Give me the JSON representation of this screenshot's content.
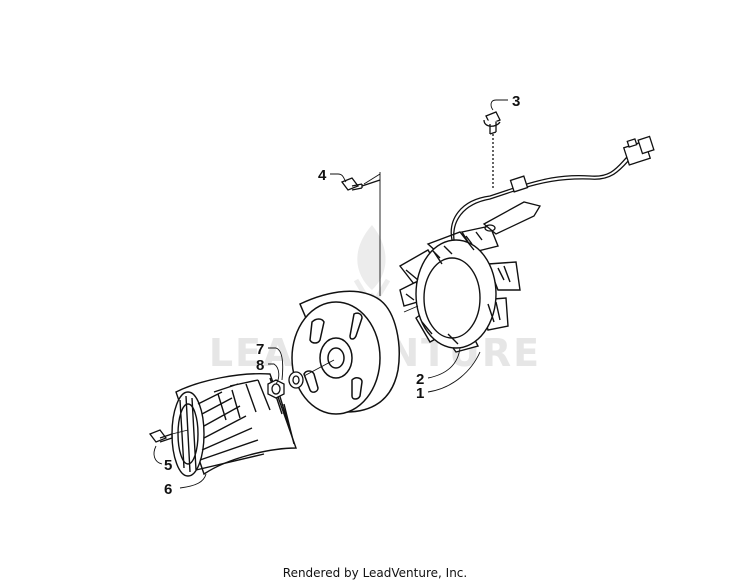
{
  "watermark": {
    "text": "LEADVENTURE",
    "color": "#e6e6e6"
  },
  "callouts": [
    {
      "id": "1",
      "label": "1"
    },
    {
      "id": "2",
      "label": "2"
    },
    {
      "id": "3",
      "label": "3"
    },
    {
      "id": "4",
      "label": "4"
    },
    {
      "id": "5",
      "label": "5"
    },
    {
      "id": "6",
      "label": "6"
    },
    {
      "id": "7",
      "label": "7"
    },
    {
      "id": "8",
      "label": "8"
    }
  ],
  "footer": {
    "text": "Rendered by LeadVenture, Inc."
  },
  "colors": {
    "line": "#111111",
    "background": "#ffffff"
  }
}
